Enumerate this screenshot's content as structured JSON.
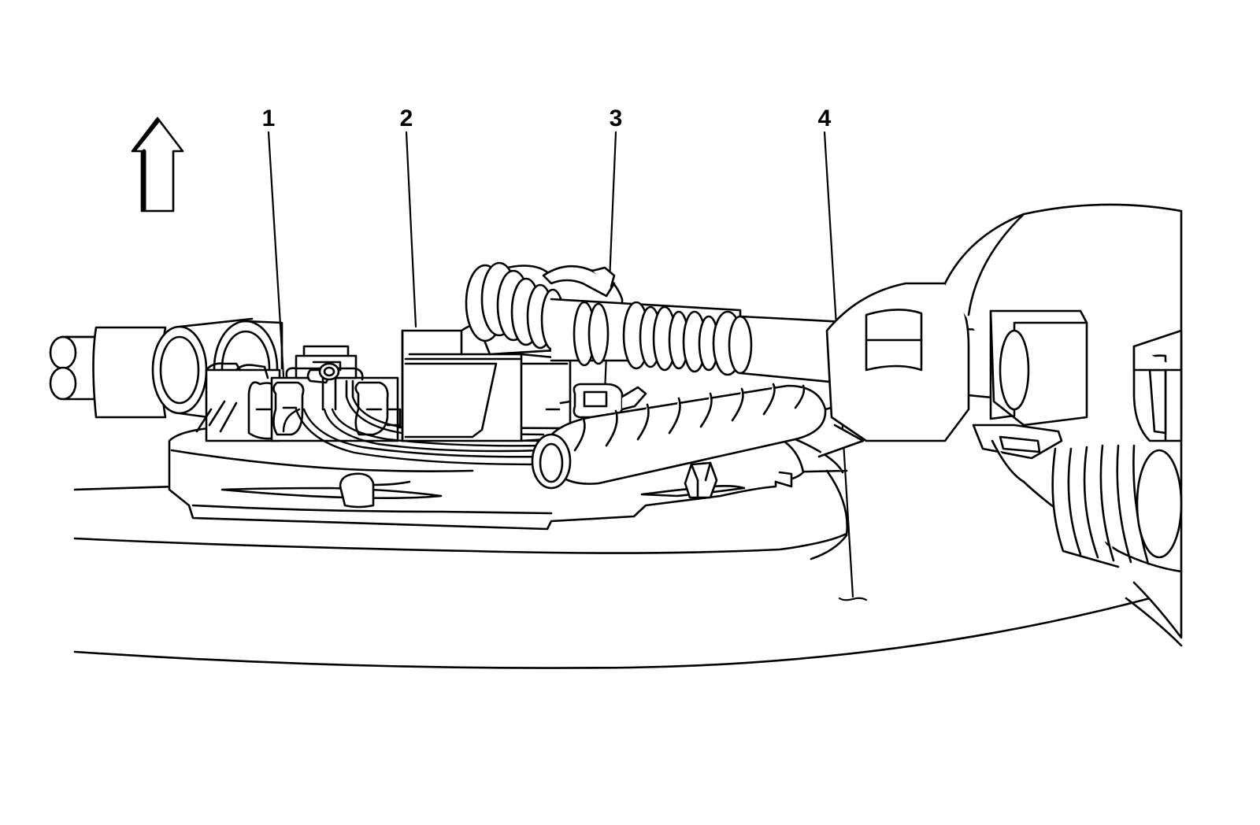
{
  "diagram": {
    "callouts": [
      {
        "id": "1",
        "label": "1"
      },
      {
        "id": "2",
        "label": "2"
      },
      {
        "id": "3",
        "label": "3"
      },
      {
        "id": "4",
        "label": "4"
      }
    ],
    "direction_arrow": "up-arrow-icon",
    "stroke_color": "#000000",
    "fill_color": "#ffffff"
  }
}
